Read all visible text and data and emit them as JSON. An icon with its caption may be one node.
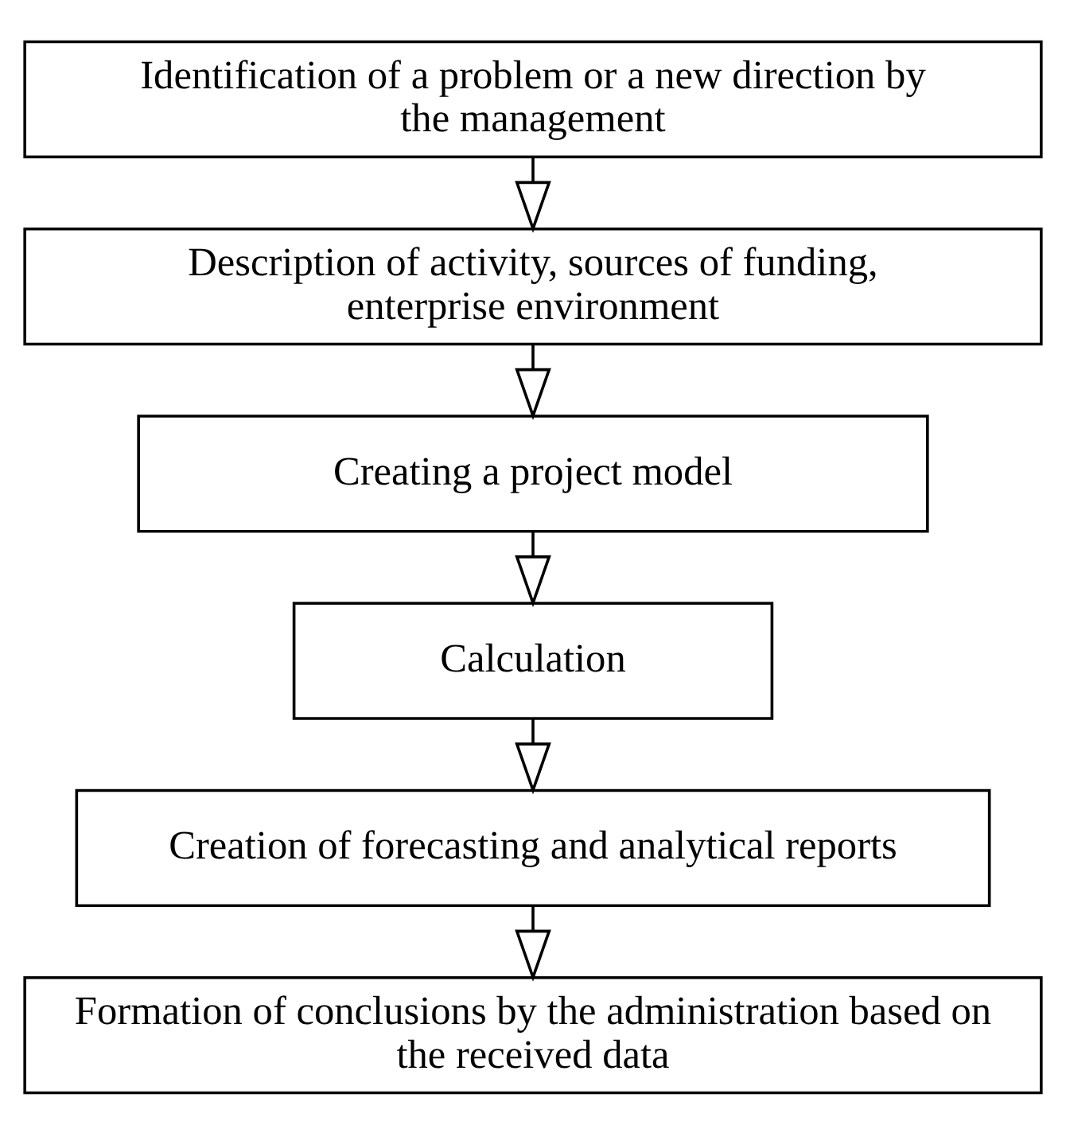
{
  "diagram": {
    "nodes": [
      {
        "text": [
          "Identification of a problem or a new direction by the management"
        ]
      },
      {
        "text": [
          "Description of activity, sources of funding, enterprise environment"
        ]
      },
      {
        "text": [
          "Creating a project model"
        ]
      },
      {
        "text": [
          "Calculation"
        ]
      },
      {
        "text": [
          "Creation of forecasting and analytical reports"
        ]
      },
      {
        "text": [
          "Formation of conclusions by the administration based on the received data"
        ]
      }
    ],
    "edges": [
      {
        "from": 0,
        "to": 1,
        "arrow": "to"
      },
      {
        "from": 1,
        "to": 2,
        "arrow": "to"
      },
      {
        "from": 2,
        "to": 3,
        "arrow": "to"
      },
      {
        "from": 3,
        "to": 4,
        "arrow": "to"
      },
      {
        "from": 4,
        "to": 5,
        "arrow": "to"
      }
    ]
  }
}
